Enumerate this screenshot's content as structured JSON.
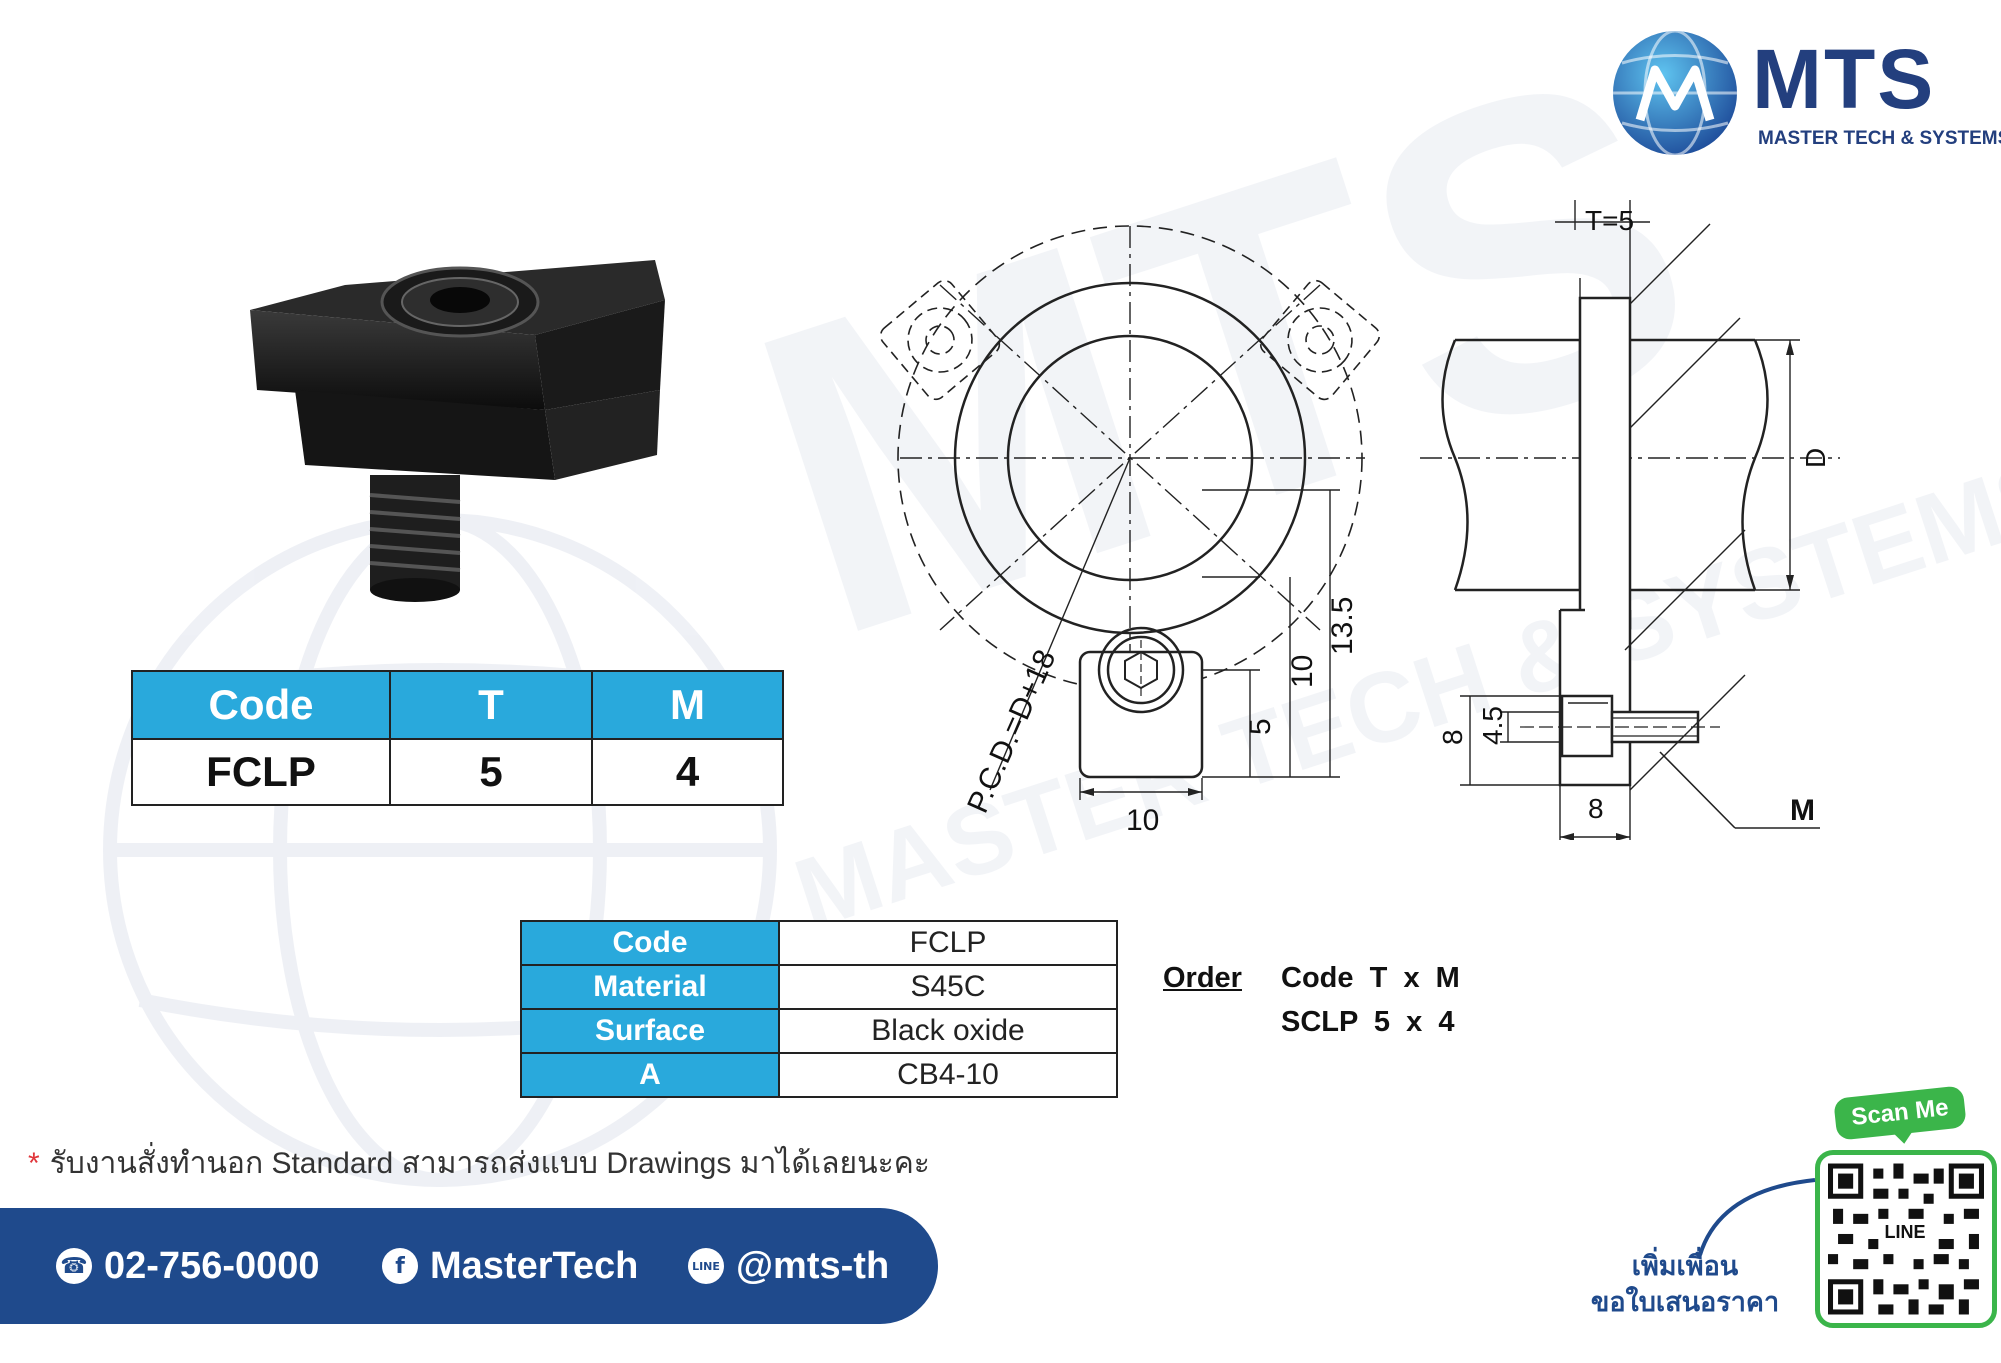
{
  "logo": {
    "brand": "MTS",
    "tagline": "MASTER TECH & SYSTEMS",
    "brand_color": "#233f7e"
  },
  "watermark": {
    "text_large": "MTS",
    "text_small": "MASTER TECH & SYSTEMS",
    "color": "#e8eef6"
  },
  "top_table": {
    "headers": [
      "Code",
      "T",
      "M"
    ],
    "row": [
      "FCLP",
      "5",
      "4"
    ],
    "header_color": "#29a9dc"
  },
  "spec_table": {
    "rows": [
      {
        "key": "Code",
        "value": "FCLP"
      },
      {
        "key": "Material",
        "value": "S45C"
      },
      {
        "key": "Surface",
        "value": "Black oxide"
      },
      {
        "key": "A",
        "value": "CB4-10"
      }
    ]
  },
  "order": {
    "label": "Order",
    "line1": "Code  T  x  M",
    "line2": "SCLP  5  x  4"
  },
  "drawing": {
    "front": {
      "pcd_label": "P.C.D.=D+18",
      "dim_width": "10",
      "dim_5": "5",
      "dim_10": "10",
      "dim_13_5": "13.5"
    },
    "side": {
      "t_label": "T=5",
      "d_label": "D",
      "dim_8_vertical": "8",
      "dim_4_5": "4.5",
      "dim_8_bottom": "8",
      "m_label": "M"
    }
  },
  "note": {
    "star": "*",
    "text": "รับงานสั่งทำนอก Standard สามารถส่งแบบ Drawings มาได้เลยนะคะ"
  },
  "contacts": {
    "phone": "02-756-0000",
    "facebook": "MasterTech",
    "line": "@mts-th",
    "bar_color": "#1f4a8c"
  },
  "qr": {
    "badge": "Scan Me",
    "center_label": "LINE",
    "caption_line1": "เพิ่มเพื่อน",
    "caption_line2": "ขอใบเสนอราคา",
    "accent": "#3bb54a"
  },
  "icons": {
    "phone": "phone-icon",
    "facebook": "facebook-icon",
    "line": "line-icon",
    "globe": "globe-icon"
  }
}
